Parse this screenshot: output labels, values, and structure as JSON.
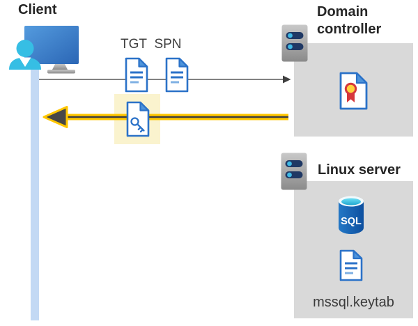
{
  "client": {
    "label": "Client"
  },
  "tickets": {
    "tgt_label": "TGT",
    "spn_label": "SPN"
  },
  "domain_controller": {
    "label": "Domain\ncontroller"
  },
  "linux_server": {
    "label": "Linux server",
    "sql_badge": "SQL",
    "keytab_label": "mssql.keytab"
  },
  "colors": {
    "accent_yellow": "#FFC700",
    "highlight_yellow": "#FAF3CE",
    "doc_blue": "#2B72C8",
    "box_gray": "#D9D9D9",
    "lifeline_blue": "#C3D9F4",
    "request_arrow_gray": "#595959"
  }
}
